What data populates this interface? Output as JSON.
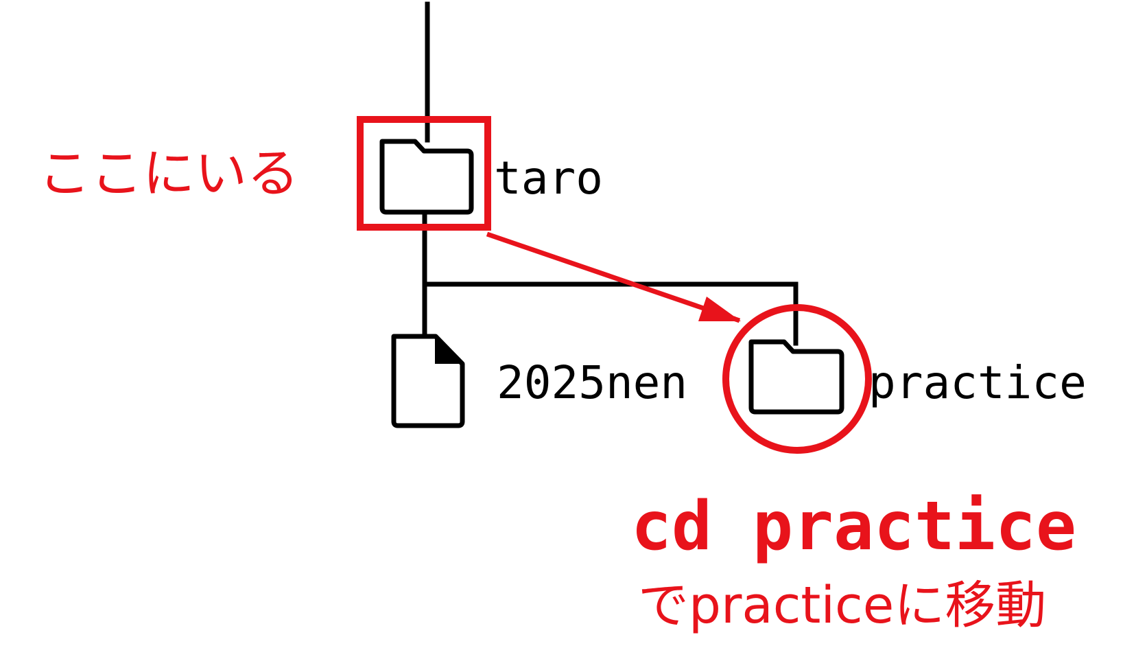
{
  "tree": {
    "current_dir": {
      "name": "taro",
      "icon": "folder-icon"
    },
    "children": [
      {
        "name": "2025nen",
        "icon": "file-icon"
      },
      {
        "name": "practice",
        "icon": "folder-icon"
      }
    ]
  },
  "annotations": {
    "current_location": "ここにいる",
    "command": "cd practice",
    "command_caption": "でpracticeに移動"
  },
  "colors": {
    "accent": "#e8131b",
    "line": "#000000",
    "background": "#ffffff"
  }
}
